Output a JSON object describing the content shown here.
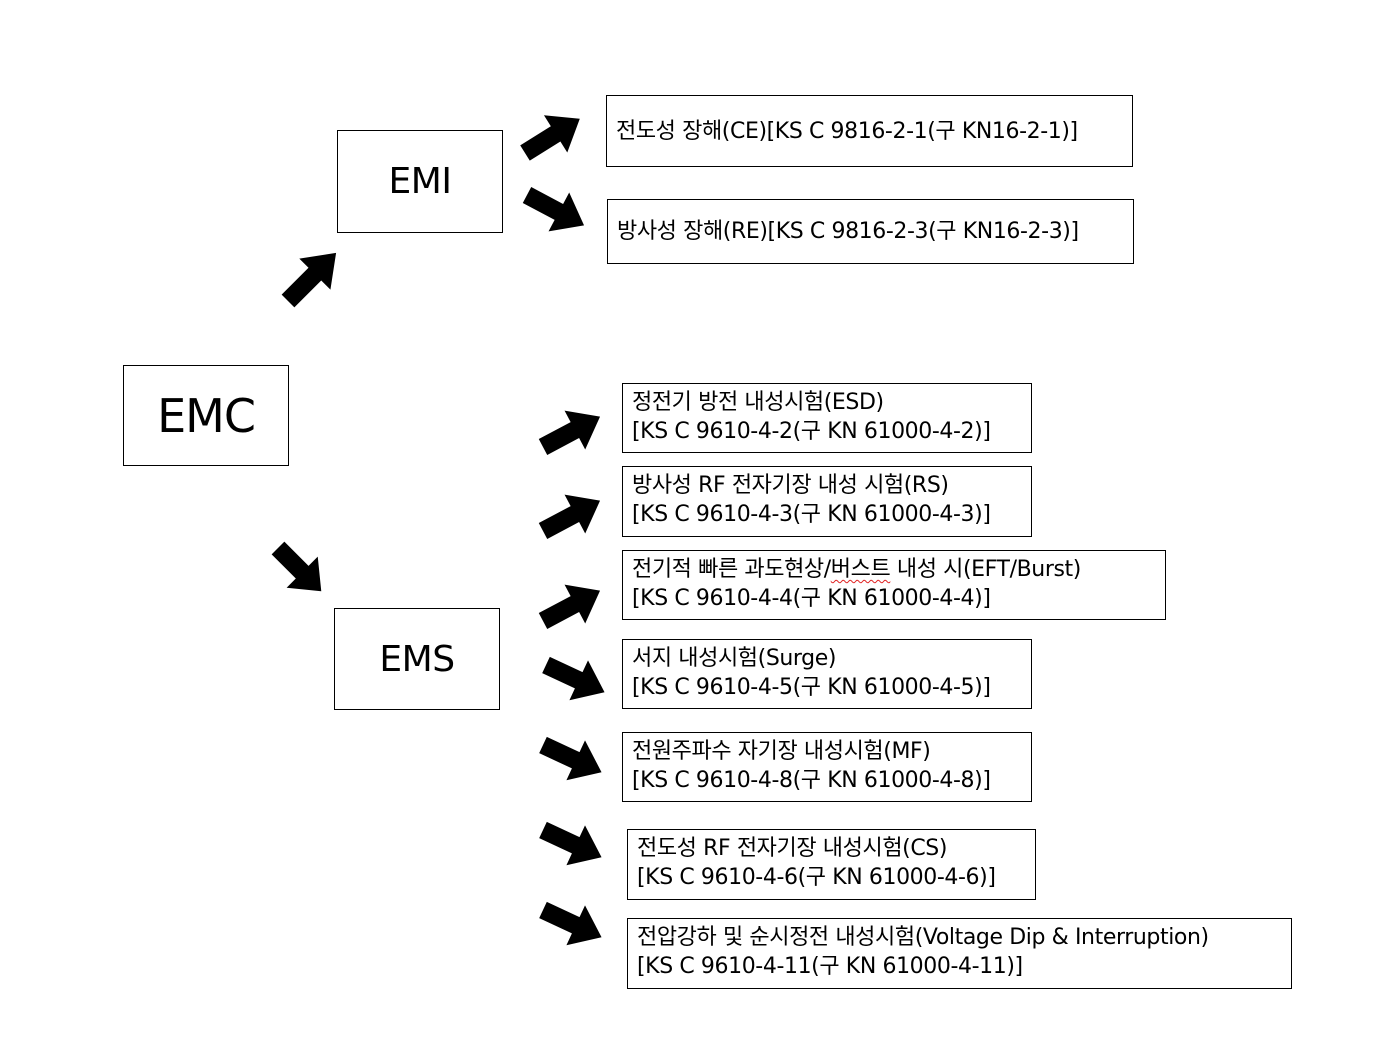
{
  "root": {
    "label": "EMC"
  },
  "emi": {
    "label": "EMI",
    "items": [
      {
        "line1": "전도성 장해(CE)[KS C 9816-2-1(구 KN16-2-1)]"
      },
      {
        "line1": "방사성 장해(RE)[KS C 9816-2-3(구 KN16-2-3)]"
      }
    ]
  },
  "ems": {
    "label": "EMS",
    "items": [
      {
        "line1": "정전기 방전 내성시험(ESD)",
        "line2": "[KS C 9610-4-2(구 KN 61000-4-2)]"
      },
      {
        "line1": "방사성 RF 전자기장 내성 시험(RS)",
        "line2": "[KS C 9610-4-3(구 KN 61000-4-3)]"
      },
      {
        "line1_prefix": "전기적 빠른 과도현상/",
        "line1_marked": "버스트",
        "line1_suffix": " 내성 시(EFT/Burst)",
        "line2": "[KS C 9610-4-4(구 KN 61000-4-4)]"
      },
      {
        "line1": "서지 내성시험(Surge)",
        "line2": "[KS C 9610-4-5(구 KN 61000-4-5)]"
      },
      {
        "line1": "전원주파수 자기장 내성시험(MF)",
        "line2": "[KS C 9610-4-8(구 KN 61000-4-8)]"
      },
      {
        "line1": "전도성 RF 전자기장 내성시험(CS)",
        "line2": "[KS C 9610-4-6(구 KN 61000-4-6)]"
      },
      {
        "line1": "전압강하 및 순시정전 내성시험(Voltage Dip & Interruption)",
        "line2": "[KS C 9610-4-11(구 KN 61000-4-11)]"
      }
    ]
  },
  "colors": {
    "ink": "#000000",
    "background": "#ffffff",
    "spellcheck_underline": "#e02020"
  }
}
